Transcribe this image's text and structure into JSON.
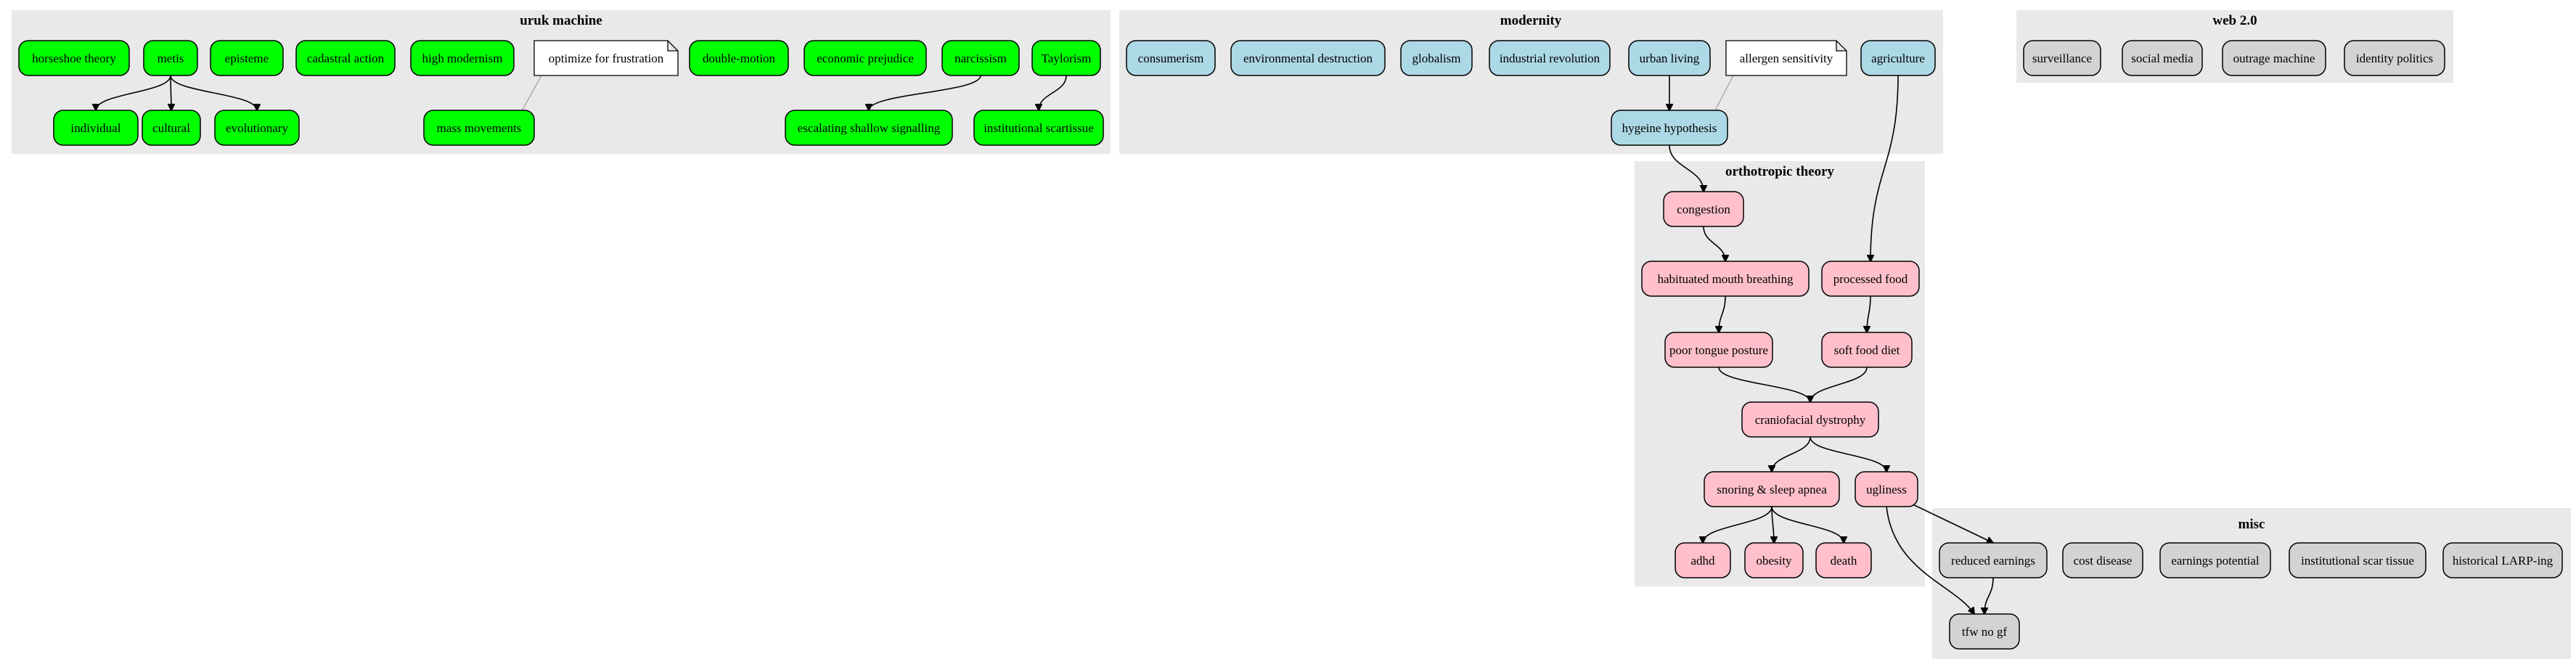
{
  "colors": {
    "uruk": "#00ff00",
    "modernity": "#add8e6",
    "orthotropic": "#ffc0cb",
    "neutral": "#d3d3d3",
    "cluster_bg": "#e9e9e9"
  },
  "clusters": {
    "uruk": "uruk machine",
    "modernity": "modernity",
    "web": "web 2.0",
    "ortho": "orthotropic theory",
    "misc": "misc"
  },
  "nodes": {
    "horseshoe": "horseshoe theory",
    "metis": "metis",
    "episteme": "episteme",
    "cadastral": "cadastral action",
    "highmod": "high modernism",
    "optimize": "optimize for frustration",
    "doublemotion": "double-motion",
    "economic": "economic prejudice",
    "narcissism": "narcissism",
    "taylorism": "Taylorism",
    "individual": "individual",
    "cultural": "cultural",
    "evolutionary": "evolutionary",
    "mass": "mass movements",
    "escalating": "escalating shallow signalling",
    "instscartissue": "institutional scartissue",
    "consumerism": "consumerism",
    "envdestruction": "environmental destruction",
    "globalism": "globalism",
    "indrev": "industrial revolution",
    "urban": "urban living",
    "allergen": "allergen sensitivity",
    "agriculture": "agriculture",
    "hygiene": "hygeine hypothesis",
    "surveillance": "surveillance",
    "socialmedia": "social media",
    "outrage": "outrage machine",
    "idpolitics": "identity politics",
    "congestion": "congestion",
    "mouthbreathing": "habituated mouth breathing",
    "processed": "processed food",
    "tongue": "poor tongue posture",
    "softfood": "soft food diet",
    "cranio": "craniofacial dystrophy",
    "snoring": "snoring & sleep apnea",
    "ugliness": "ugliness",
    "adhd": "adhd",
    "obesity": "obesity",
    "death": "death",
    "reduced": "reduced earnings",
    "costdisease": "cost disease",
    "earningspot": "earnings potential",
    "instscar": "institutional scar tissue",
    "larp": "historical LARP-ing",
    "tfw": "tfw no gf"
  },
  "edges": [
    [
      "metis",
      "individual"
    ],
    [
      "metis",
      "cultural"
    ],
    [
      "metis",
      "evolutionary"
    ],
    [
      "narcissism",
      "escalating"
    ],
    [
      "taylorism",
      "instscartissue"
    ],
    [
      "urban",
      "hygiene"
    ],
    [
      "hygiene",
      "congestion"
    ],
    [
      "agriculture",
      "processed"
    ],
    [
      "congestion",
      "mouthbreathing"
    ],
    [
      "mouthbreathing",
      "tongue"
    ],
    [
      "processed",
      "softfood"
    ],
    [
      "tongue",
      "cranio"
    ],
    [
      "softfood",
      "cranio"
    ],
    [
      "cranio",
      "snoring"
    ],
    [
      "cranio",
      "ugliness"
    ],
    [
      "snoring",
      "adhd"
    ],
    [
      "snoring",
      "obesity"
    ],
    [
      "snoring",
      "death"
    ],
    [
      "ugliness",
      "reduced"
    ],
    [
      "ugliness",
      "tfw"
    ],
    [
      "reduced",
      "tfw"
    ]
  ],
  "note_links": [
    [
      "optimize",
      "mass"
    ],
    [
      "allergen",
      "hygiene"
    ]
  ]
}
